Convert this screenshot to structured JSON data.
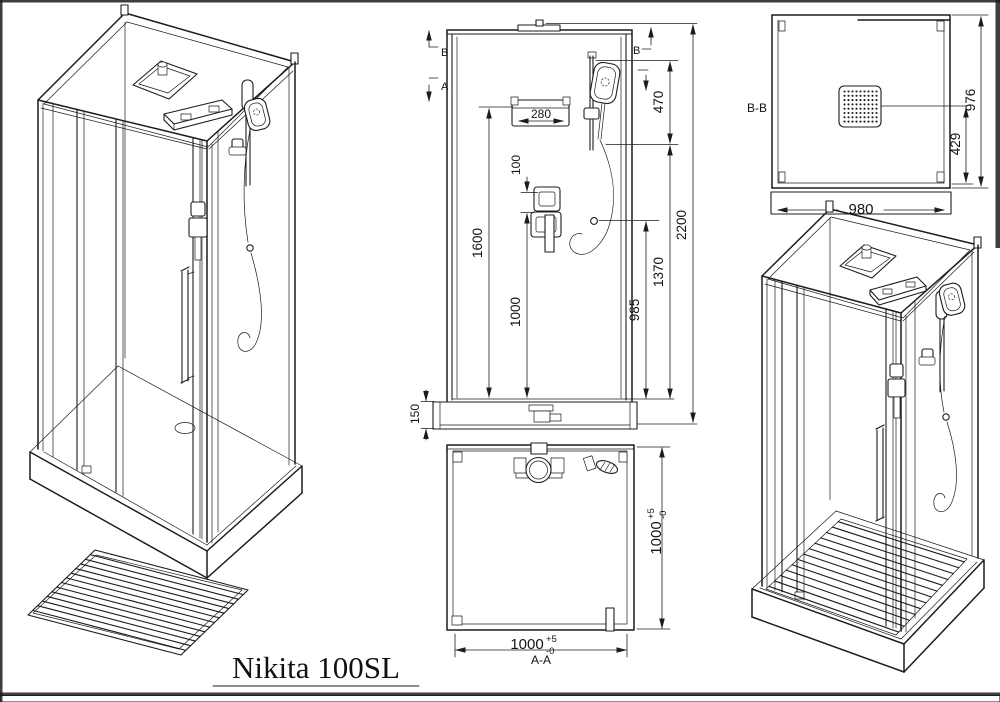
{
  "drawing": {
    "title": "Nikita 100SL"
  },
  "front_elevation": {
    "section_marker_b_left": "B",
    "section_marker_a_left": "A",
    "section_marker_b_right": "B",
    "dim_shelf_width": "280",
    "dim_head_to_rail_top": "470",
    "dim_outlet_to_mixer": "100",
    "dim_shelf_height": "1600",
    "dim_mixer_height": "1000",
    "dim_total_height": "2200",
    "dim_rail_to_tray": "1370",
    "dim_hose_outlet_height": "985",
    "dim_tray_height": "150"
  },
  "plan_section_aa": {
    "label": "A-A",
    "dim_width": "1000",
    "dim_width_tol_plus": "+5",
    "dim_width_tol_minus": "-0",
    "dim_depth": "1000",
    "dim_depth_tol_plus": "+5",
    "dim_depth_tol_minus": "-0"
  },
  "plan_section_bb": {
    "label": "B-B",
    "dim_depth": "976",
    "dim_head_offset": "429",
    "dim_width": "980"
  },
  "colors": {
    "line": "#1c1c1c",
    "paper": "#ffffff",
    "frame": "#262626"
  }
}
